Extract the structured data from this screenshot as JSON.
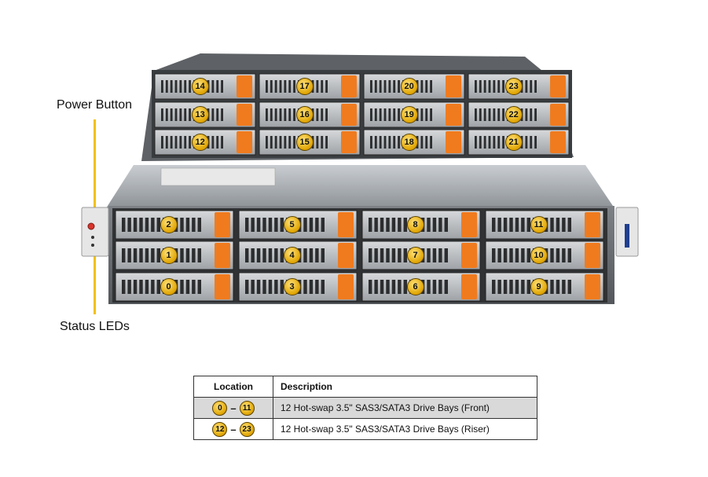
{
  "callouts": {
    "power_button": "Power Button",
    "status_leds": "Status LEDs"
  },
  "bays": {
    "riser": [
      [
        "14",
        "17",
        "20",
        "23"
      ],
      [
        "13",
        "16",
        "19",
        "22"
      ],
      [
        "12",
        "15",
        "18",
        "21"
      ]
    ],
    "front": [
      [
        "2",
        "5",
        "8",
        "11"
      ],
      [
        "1",
        "4",
        "7",
        "10"
      ],
      [
        "0",
        "3",
        "6",
        "9"
      ]
    ]
  },
  "legend": {
    "headers": {
      "location": "Location",
      "description": "Description"
    },
    "rows": [
      {
        "from": "0",
        "to": "11",
        "description": "12 Hot-swap  3.5\" SAS3/SATA3 Drive  Bays (Front)"
      },
      {
        "from": "12",
        "to": "23",
        "description": "12 Hot-swap  3.5\" SAS3/SATA3 Drive  Bays (Riser)"
      }
    ]
  },
  "colors": {
    "accent": "#f2c200",
    "drive_latch": "#f07b1e",
    "badge": "#e0a400"
  }
}
